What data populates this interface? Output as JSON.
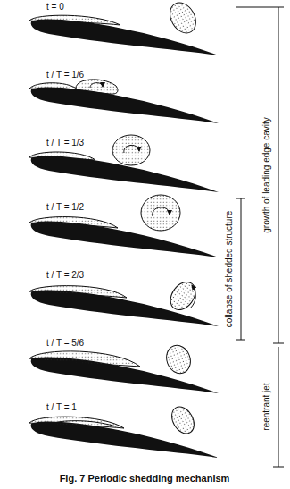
{
  "diagram": {
    "caption": "Fig. 7 Periodic shedding mechanism",
    "labels": [
      "t = 0",
      "t / T = 1/6",
      "t / T = 1/3",
      "t / T = 1/2",
      "t / T = 2/3",
      "t / T = 5/6",
      "t / T = 1",
      "growth of leading edge cavity",
      "collapse of shedded structure",
      "reentrant jet"
    ]
  }
}
